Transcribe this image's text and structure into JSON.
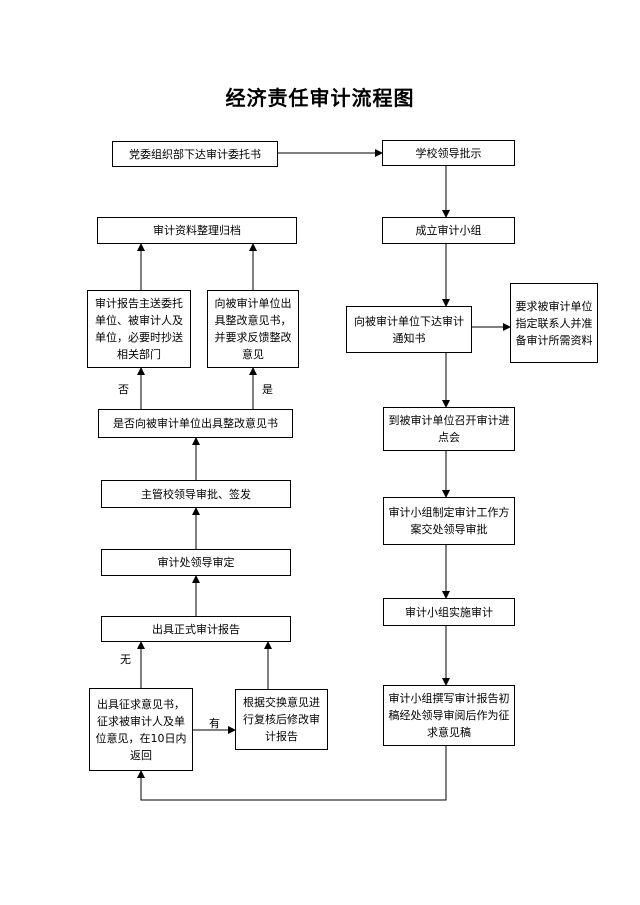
{
  "title": "经济责任审计流程图",
  "nodes": {
    "commission": "党委组织部下达审计委托书",
    "approve": "学校领导批示",
    "archive": "审计资料整理归档",
    "form_group": "成立审计小组",
    "send_report": "审计报告主送委托单位、被审计人及单位，必要时抄送相关部门",
    "rectify": "向被审计单位出具整改意见书，并要求反馈整改意见",
    "notice": "向被审计单位下达审计通知书",
    "prepare": "要求被审计单位指定联系人并准备审计所需资料",
    "decide": "是否向被审计单位出具整改意见书",
    "entry_meeting": "到被审计单位召开审计进点会",
    "leader_sign": "主管校领导审批、签发",
    "plan": "审计小组制定审计工作方案交处领导审批",
    "dept_review": "审计处领导审定",
    "implement": "审计小组实施审计",
    "formal_report": "出具正式审计报告",
    "solicit": "出具征求意见书，征求被审计人及单位意见，在10日内返回",
    "revise": "根据交换意见进行复核后修改审计报告",
    "draft": "审计小组撰写审计报告初稿经处领导审阅后作为征求意见稿"
  },
  "labels": {
    "no": "否",
    "yes": "是",
    "none": "无",
    "has": "有"
  }
}
